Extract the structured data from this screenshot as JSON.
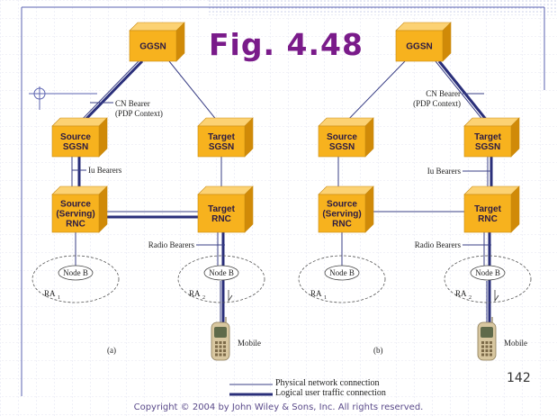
{
  "title": "Fig. 4.48",
  "page_number": "142",
  "copyright": "Copyright © 2004 by John Wiley & Sons, Inc. All rights reserved.",
  "node_color": "#f7b21e",
  "bearer_color": "#2a2f7a",
  "panels": [
    {
      "id": "a",
      "caption": "(a)",
      "nodes": {
        "ggsn": [
          "GGSN"
        ],
        "source_sgsn": [
          "Source",
          "SGSN"
        ],
        "target_sgsn": [
          "Target",
          "SGSN"
        ],
        "source_rnc": [
          "Source",
          "(Serving)",
          "RNC"
        ],
        "target_rnc": [
          "Target",
          "RNC"
        ]
      },
      "labels": {
        "cn_bearer": [
          "CN Bearer",
          "(PDP Context)"
        ],
        "iu_bearers": "Iu Bearers",
        "radio_bearers": "Radio Bearers",
        "node_b_left": "Node B",
        "node_b_right": "Node B",
        "ra_left": "RA",
        "ra_left_sub": "1",
        "ra_right": "RA",
        "ra_right_sub": "2",
        "mobile": "Mobile"
      }
    },
    {
      "id": "b",
      "caption": "(b)",
      "nodes": {
        "ggsn": [
          "GGSN"
        ],
        "source_sgsn": [
          "Source",
          "SGSN"
        ],
        "target_sgsn": [
          "Target",
          "SGSN"
        ],
        "source_rnc": [
          "Source",
          "(Serving)",
          "RNC"
        ],
        "target_rnc": [
          "Target",
          "RNC"
        ]
      },
      "labels": {
        "cn_bearer": [
          "CN Bearer",
          "(PDP Context)"
        ],
        "iu_bearers": "Iu Bearers",
        "radio_bearers": "Radio Bearers",
        "node_b_left": "Node B",
        "node_b_right": "Node B",
        "ra_left": "RA",
        "ra_left_sub": "1",
        "ra_right": "RA",
        "ra_right_sub": "2",
        "mobile": "Mobile"
      }
    }
  ],
  "legend": {
    "physical": "Physical network connection",
    "logical": "Logical user traffic connection"
  }
}
